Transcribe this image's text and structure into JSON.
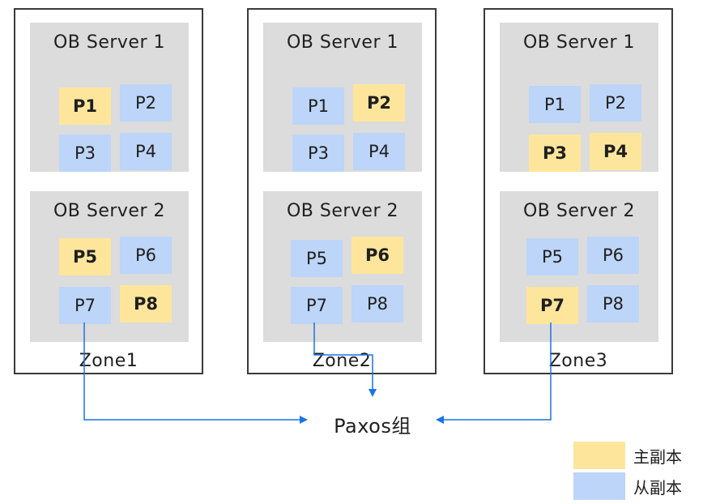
{
  "zones": [
    {
      "label": "Zone1",
      "servers": [
        {
          "title": "OB Server 1",
          "partitions": [
            {
              "label": "P1",
              "role": "leader"
            },
            {
              "label": "P2",
              "role": "follower"
            },
            {
              "label": "P3",
              "role": "follower"
            },
            {
              "label": "P4",
              "role": "follower"
            }
          ]
        },
        {
          "title": "OB Server 2",
          "partitions": [
            {
              "label": "P5",
              "role": "leader"
            },
            {
              "label": "P6",
              "role": "follower"
            },
            {
              "label": "P7",
              "role": "follower"
            },
            {
              "label": "P8",
              "role": "leader"
            }
          ]
        }
      ]
    },
    {
      "label": "Zone2",
      "servers": [
        {
          "title": "OB Server 1",
          "partitions": [
            {
              "label": "P1",
              "role": "follower"
            },
            {
              "label": "P2",
              "role": "leader"
            },
            {
              "label": "P3",
              "role": "follower"
            },
            {
              "label": "P4",
              "role": "follower"
            }
          ]
        },
        {
          "title": "OB Server 2",
          "partitions": [
            {
              "label": "P5",
              "role": "follower"
            },
            {
              "label": "P6",
              "role": "leader"
            },
            {
              "label": "P7",
              "role": "follower"
            },
            {
              "label": "P8",
              "role": "follower"
            }
          ]
        }
      ]
    },
    {
      "label": "Zone3",
      "servers": [
        {
          "title": "OB Server 1",
          "partitions": [
            {
              "label": "P1",
              "role": "follower"
            },
            {
              "label": "P2",
              "role": "follower"
            },
            {
              "label": "P3",
              "role": "leader"
            },
            {
              "label": "P4",
              "role": "leader"
            }
          ]
        },
        {
          "title": "OB Server 2",
          "partitions": [
            {
              "label": "P5",
              "role": "follower"
            },
            {
              "label": "P6",
              "role": "follower"
            },
            {
              "label": "P7",
              "role": "leader"
            },
            {
              "label": "P8",
              "role": "follower"
            }
          ]
        }
      ]
    }
  ],
  "paxos_group": {
    "label": "Paxos组"
  },
  "legend": {
    "leader": "主副本",
    "follower": "从副本"
  },
  "colors": {
    "leader": "#fde69c",
    "follower": "#bcd5f8",
    "server_bg": "#dcdcdc",
    "connector": "#1a73e8",
    "zone_border": "#3a3a3a"
  }
}
